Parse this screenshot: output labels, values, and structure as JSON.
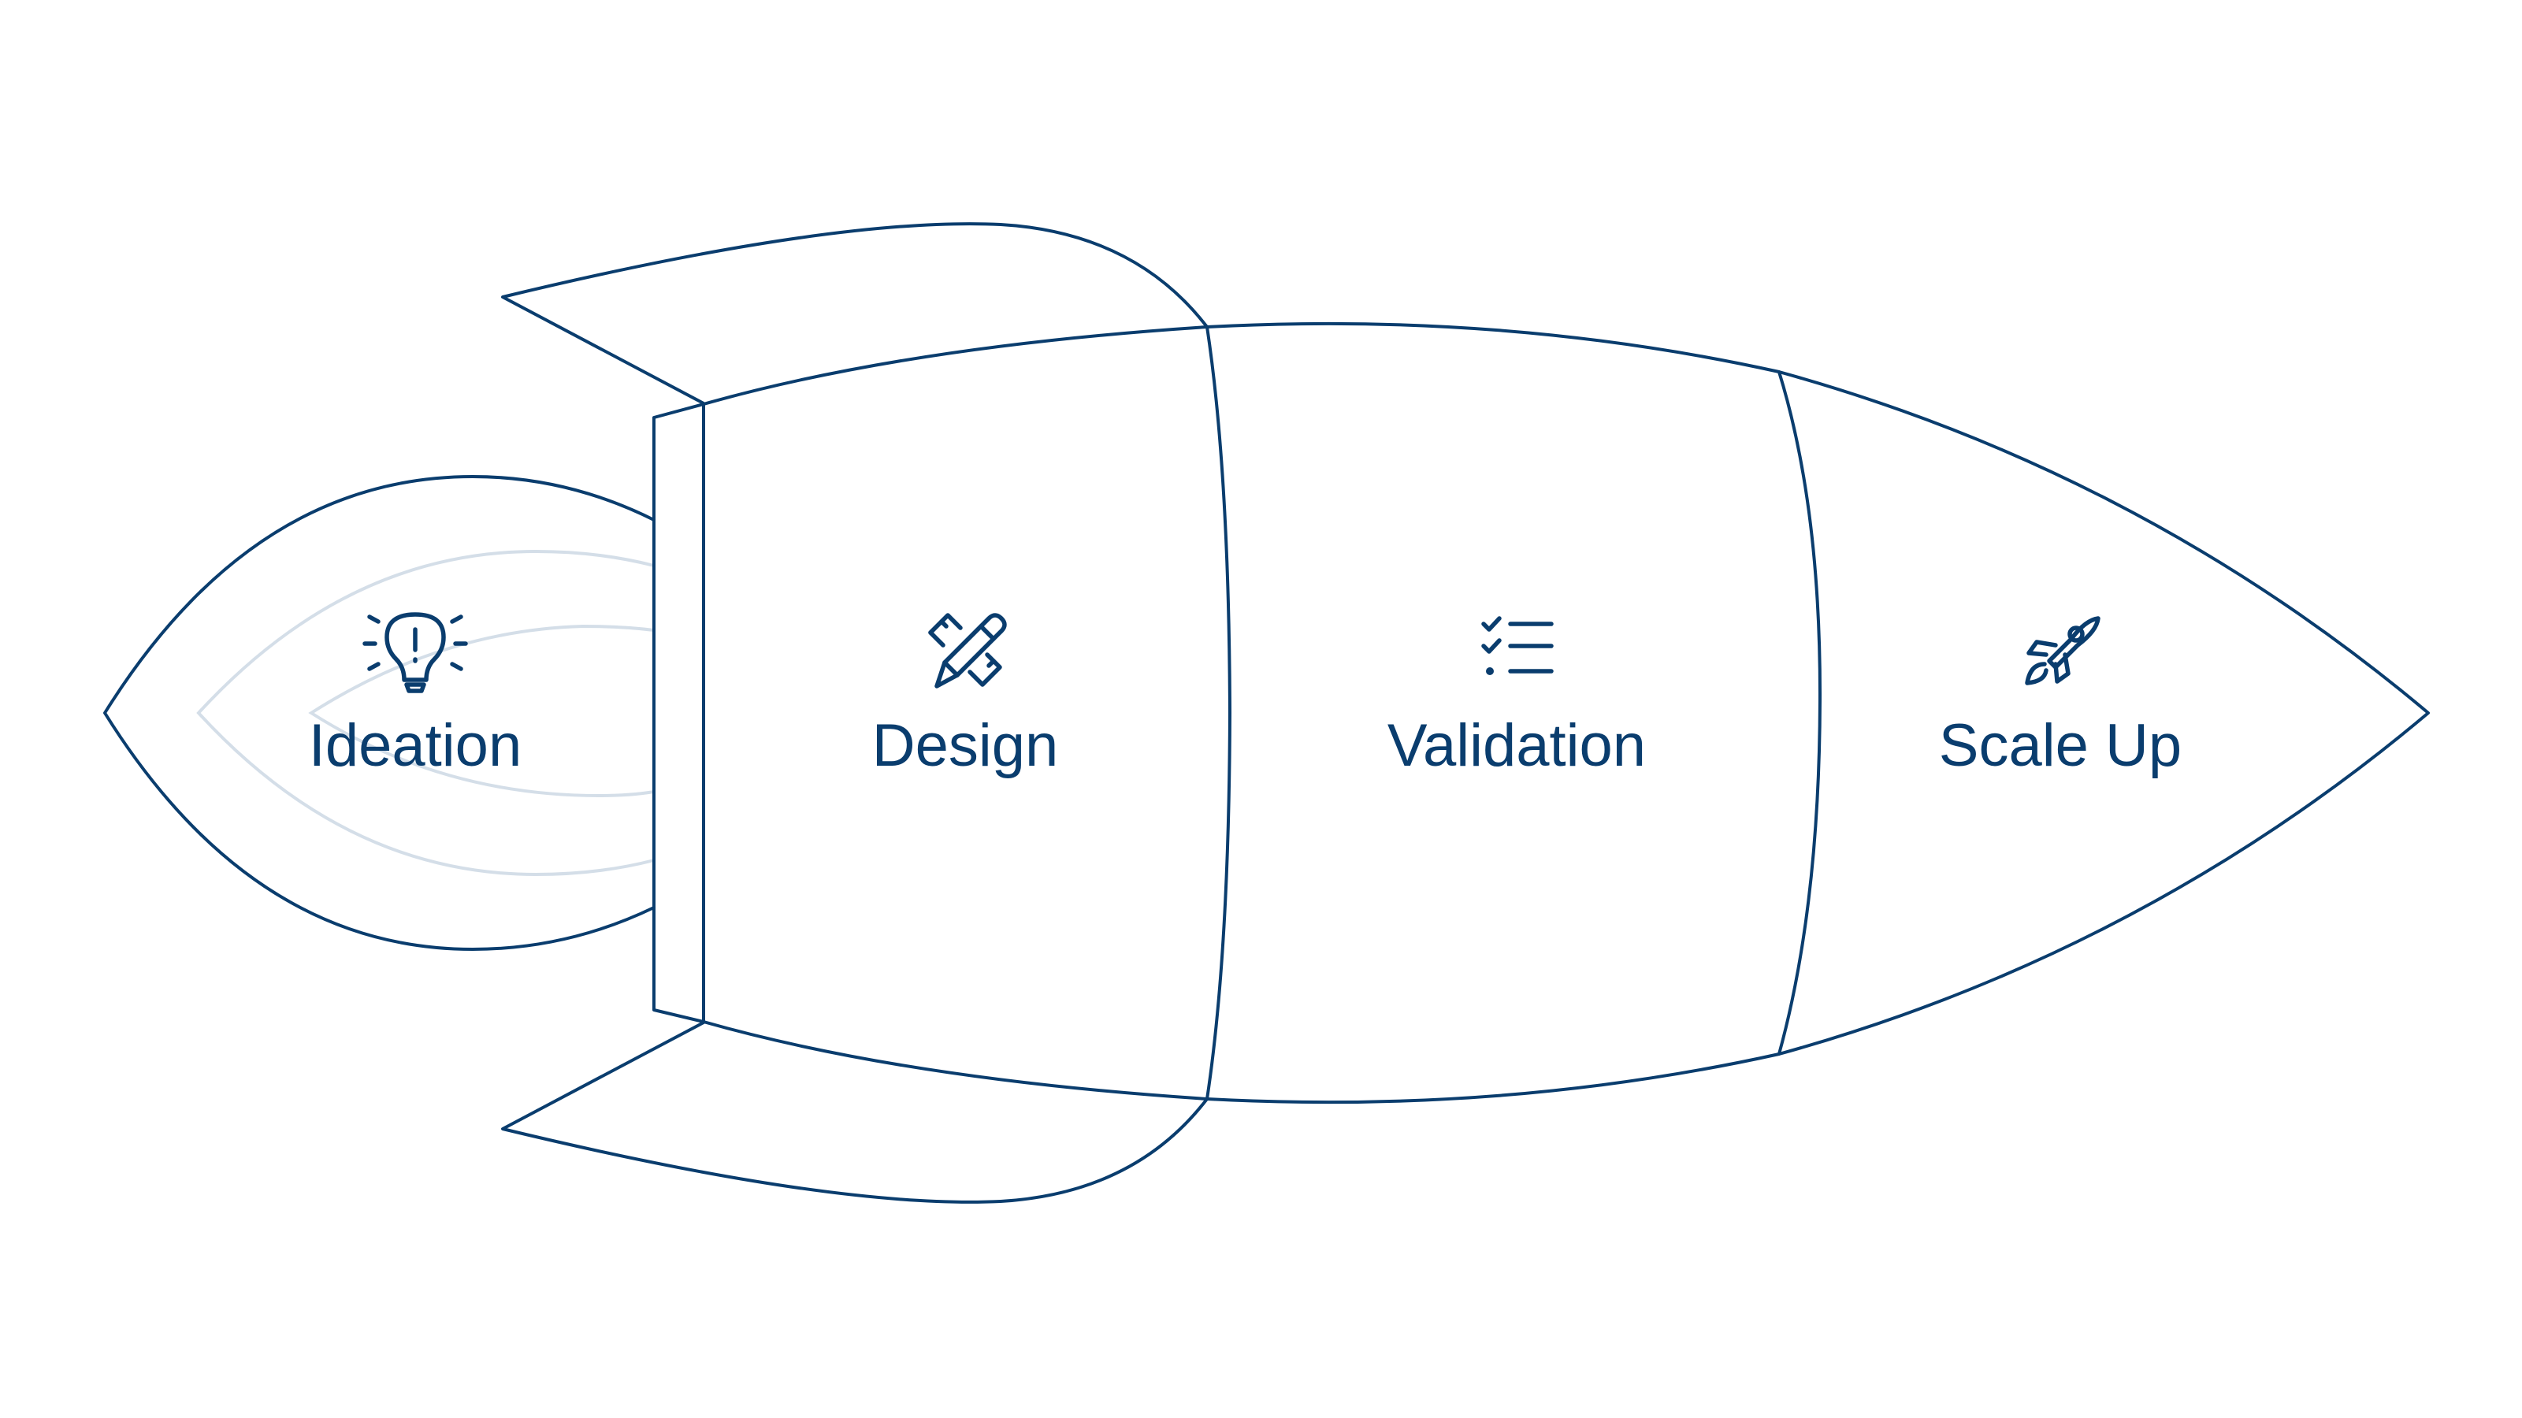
{
  "diagram": {
    "colors": {
      "outline": "#0a3d6e",
      "flame": "#d4dee8",
      "text": "#0a3d6e",
      "background": "#ffffff"
    },
    "stages": [
      {
        "label": "Ideation",
        "icon": "lightbulb-icon"
      },
      {
        "label": "Design",
        "icon": "pencil-ruler-icon"
      },
      {
        "label": "Validation",
        "icon": "checklist-icon"
      },
      {
        "label": "Scale Up",
        "icon": "rocket-icon"
      }
    ]
  }
}
